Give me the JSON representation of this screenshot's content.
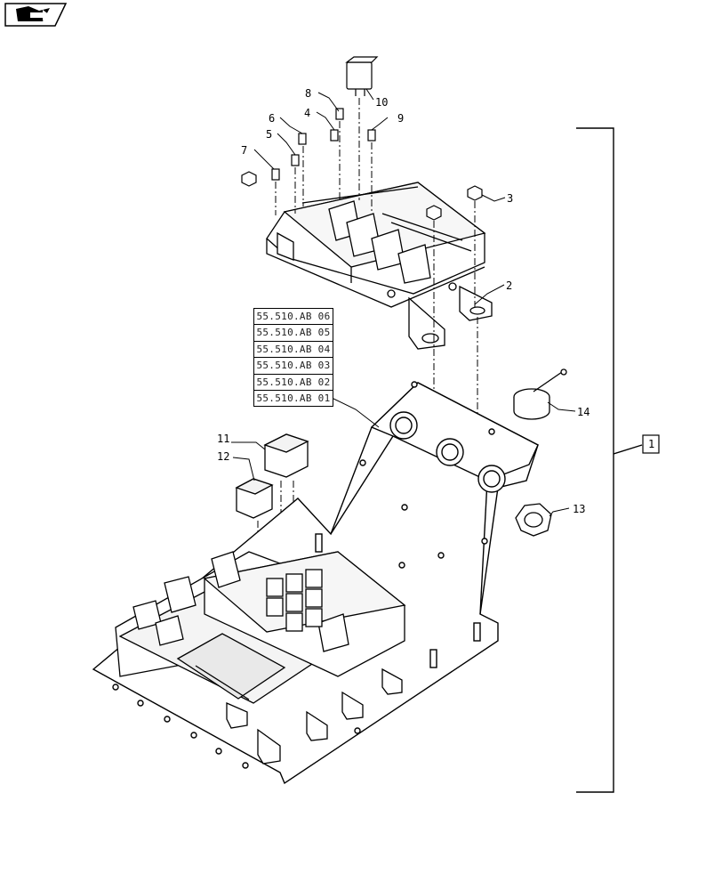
{
  "nav": {
    "icon": "book-page-arrow-icon"
  },
  "references": [
    "55.510.AB 06",
    "55.510.AB 05",
    "55.510.AB 04",
    "55.510.AB 03",
    "55.510.AB 02",
    "55.510.AB 01"
  ],
  "callouts": {
    "c1": "1",
    "c2": "2",
    "c3": "3",
    "c4": "4",
    "c5": "5",
    "c6": "6",
    "c7": "7",
    "c8": "8",
    "c9": "9",
    "c10": "10",
    "c11": "11",
    "c12": "12",
    "c13": "13",
    "c14": "14"
  }
}
